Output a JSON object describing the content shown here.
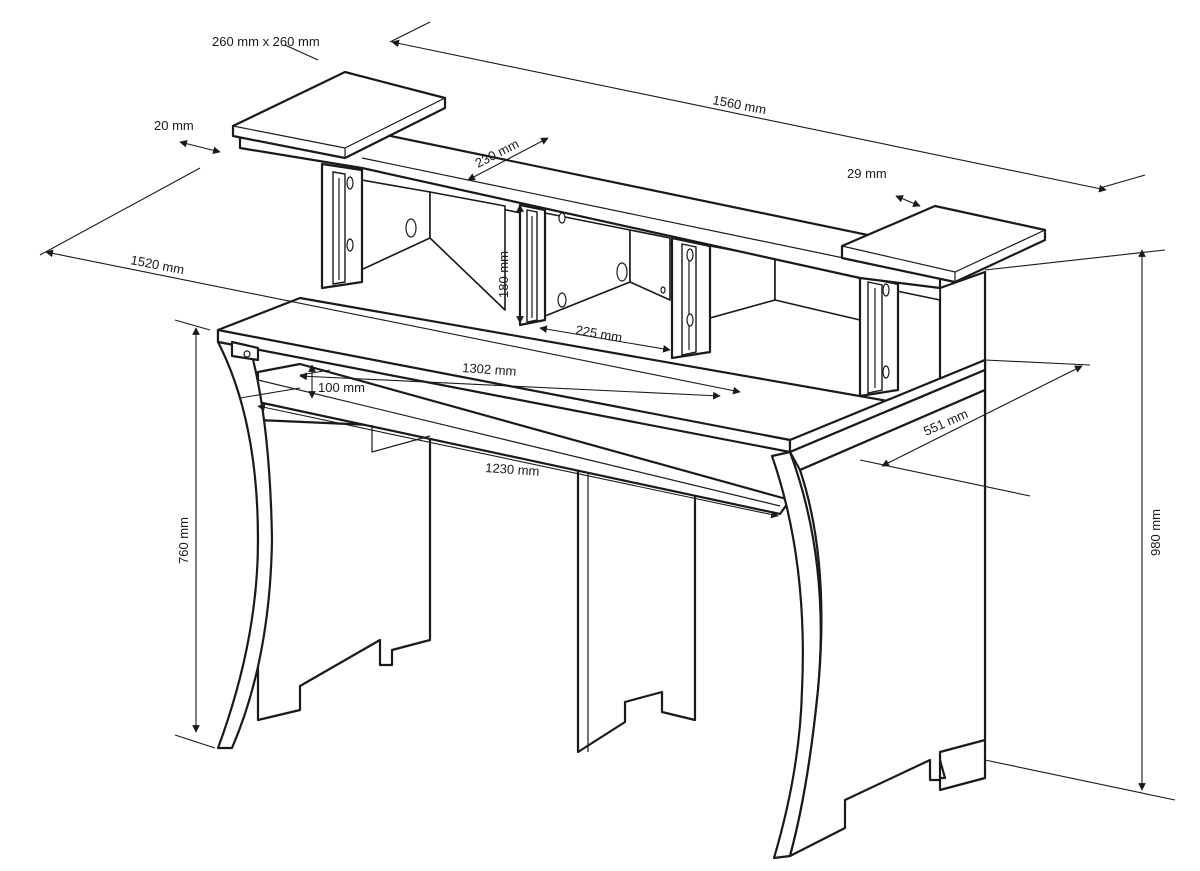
{
  "diagram": {
    "colors": {
      "stroke": "#1a1a1a",
      "background": "#ffffff"
    },
    "dimensions": {
      "shelf_size": "260 mm x 260 mm",
      "overall_width": "1560 mm",
      "thickness": "20 mm",
      "upper_depth": "230 mm",
      "side_gap": "29 mm",
      "width_1520": "1520 mm",
      "upper_height": "180 mm",
      "compartment": "225 mm",
      "top_width": "1302 mm",
      "drawer_height": "100 mm",
      "depth": "551 mm",
      "inner_width": "1230 mm",
      "desk_height": "760 mm",
      "total_height": "980 mm"
    }
  }
}
